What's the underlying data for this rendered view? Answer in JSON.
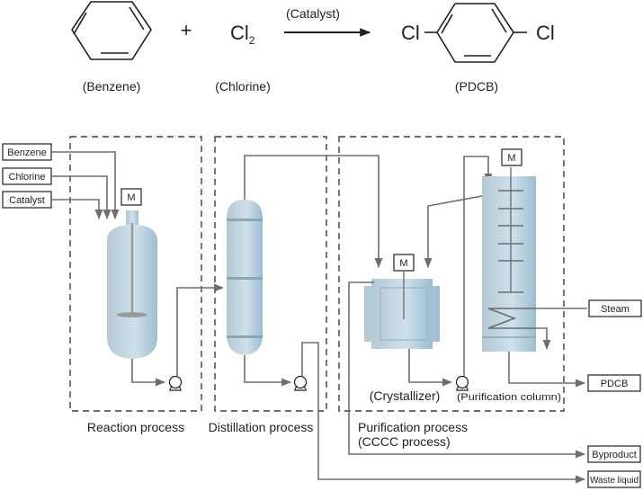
{
  "equation": {
    "reactant1": "(Benzene)",
    "plus": "+",
    "reactant2_formula": "Cl",
    "reactant2_sub": "2",
    "reactant2": "(Chlorine)",
    "condition": "(Catalyst)",
    "product_left_atom": "Cl",
    "product_right_atom": "Cl",
    "product": "(PDCB)"
  },
  "inputs": {
    "benzene": "Benzene",
    "chlorine": "Chlorine",
    "catalyst": "Catalyst",
    "steam": "Steam"
  },
  "outputs": {
    "pdcb": "PDCB",
    "byproduct": "Byproduct",
    "waste": "Waste liquid"
  },
  "motor_label": "M",
  "equipment": {
    "crystallizer": "(Crystallizer)",
    "purification_column": "(Purification column)"
  },
  "sections": {
    "reaction": "Reaction process",
    "distillation": "Distillation process",
    "purification_line1": "Purification process",
    "purification_line2": "(CCCC process)"
  },
  "colors": {
    "vessel_light": "#c9dde8",
    "vessel_dark": "#9fbfd1",
    "line": "#6d6e70"
  }
}
